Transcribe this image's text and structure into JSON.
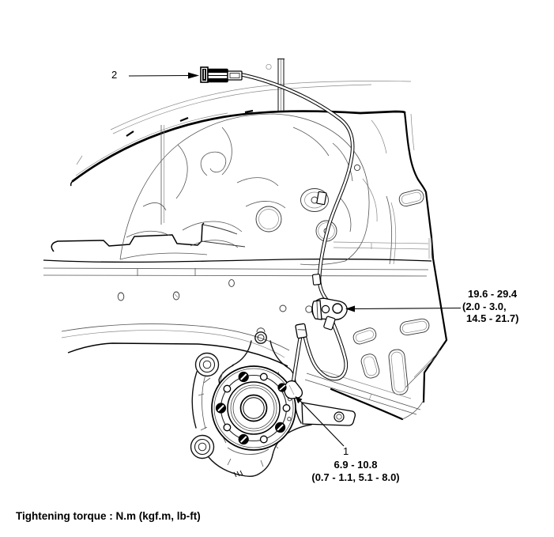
{
  "diagram": {
    "callouts": {
      "connector_label": "2",
      "sensor_bolt_label": "1",
      "sensor_bolt_torque_line1": "6.9 - 10.8",
      "sensor_bolt_torque_line2": "(0.7 - 1.1, 5.1 - 8.0)",
      "bracket_torque_line1": "19.6 - 29.4",
      "bracket_torque_line2": "(2.0 - 3.0,",
      "bracket_torque_line3": "14.5 - 21.7)"
    },
    "footer_note": "Tightening torque : N.m (kgf.m, lb-ft)",
    "colors": {
      "line": "#000000",
      "thin_line": "#555555",
      "background": "#ffffff"
    }
  }
}
